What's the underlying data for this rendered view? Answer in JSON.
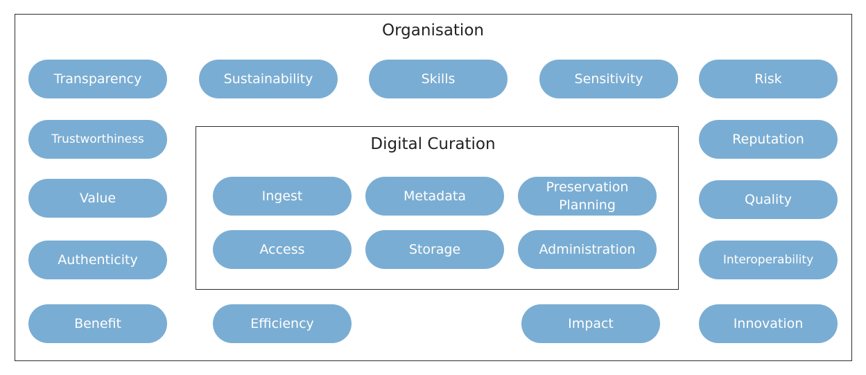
{
  "diagram": {
    "outer_title": "Organisation",
    "inner_title": "Digital Curation",
    "organisation_items": {
      "transparency": "Transparency",
      "sustainability": "Sustainability",
      "skills": "Skills",
      "sensitivity": "Sensitivity",
      "risk": "Risk",
      "trustworthiness": "Trustworthiness",
      "reputation": "Reputation",
      "value": "Value",
      "quality": "Quality",
      "authenticity": "Authenticity",
      "interoperability": "Interoperability",
      "benefit": "Benefit",
      "efficiency": "Efficiency",
      "impact": "Impact",
      "innovation": "Innovation"
    },
    "curation_items": {
      "ingest": "Ingest",
      "metadata": "Metadata",
      "preservation_planning": "Preservation\nPlanning",
      "access": "Access",
      "storage": "Storage",
      "administration": "Administration"
    },
    "colors": {
      "pill_fill": "#7aadd3",
      "pill_text": "#ffffff",
      "border": "#2b2b2b"
    }
  }
}
